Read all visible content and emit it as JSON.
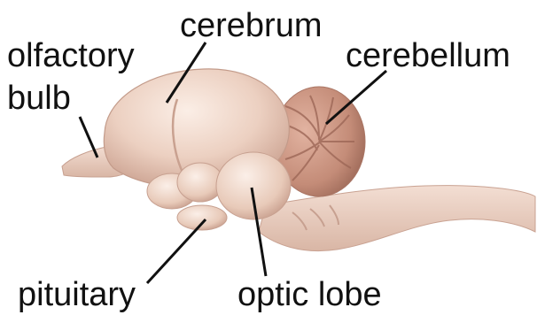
{
  "labels": {
    "olfactory_line1": "olfactory",
    "olfactory_line2": "bulb",
    "cerebrum": "cerebrum",
    "cerebellum": "cerebellum",
    "pituitary": "pituitary",
    "optic_lobe": "optic lobe"
  },
  "colors": {
    "tissue_light": "#f2ddd2",
    "tissue_mid": "#e3c2b2",
    "tissue_dark": "#b98878",
    "cerebellum": "#c99482",
    "line": "#111111",
    "text": "#111111"
  }
}
